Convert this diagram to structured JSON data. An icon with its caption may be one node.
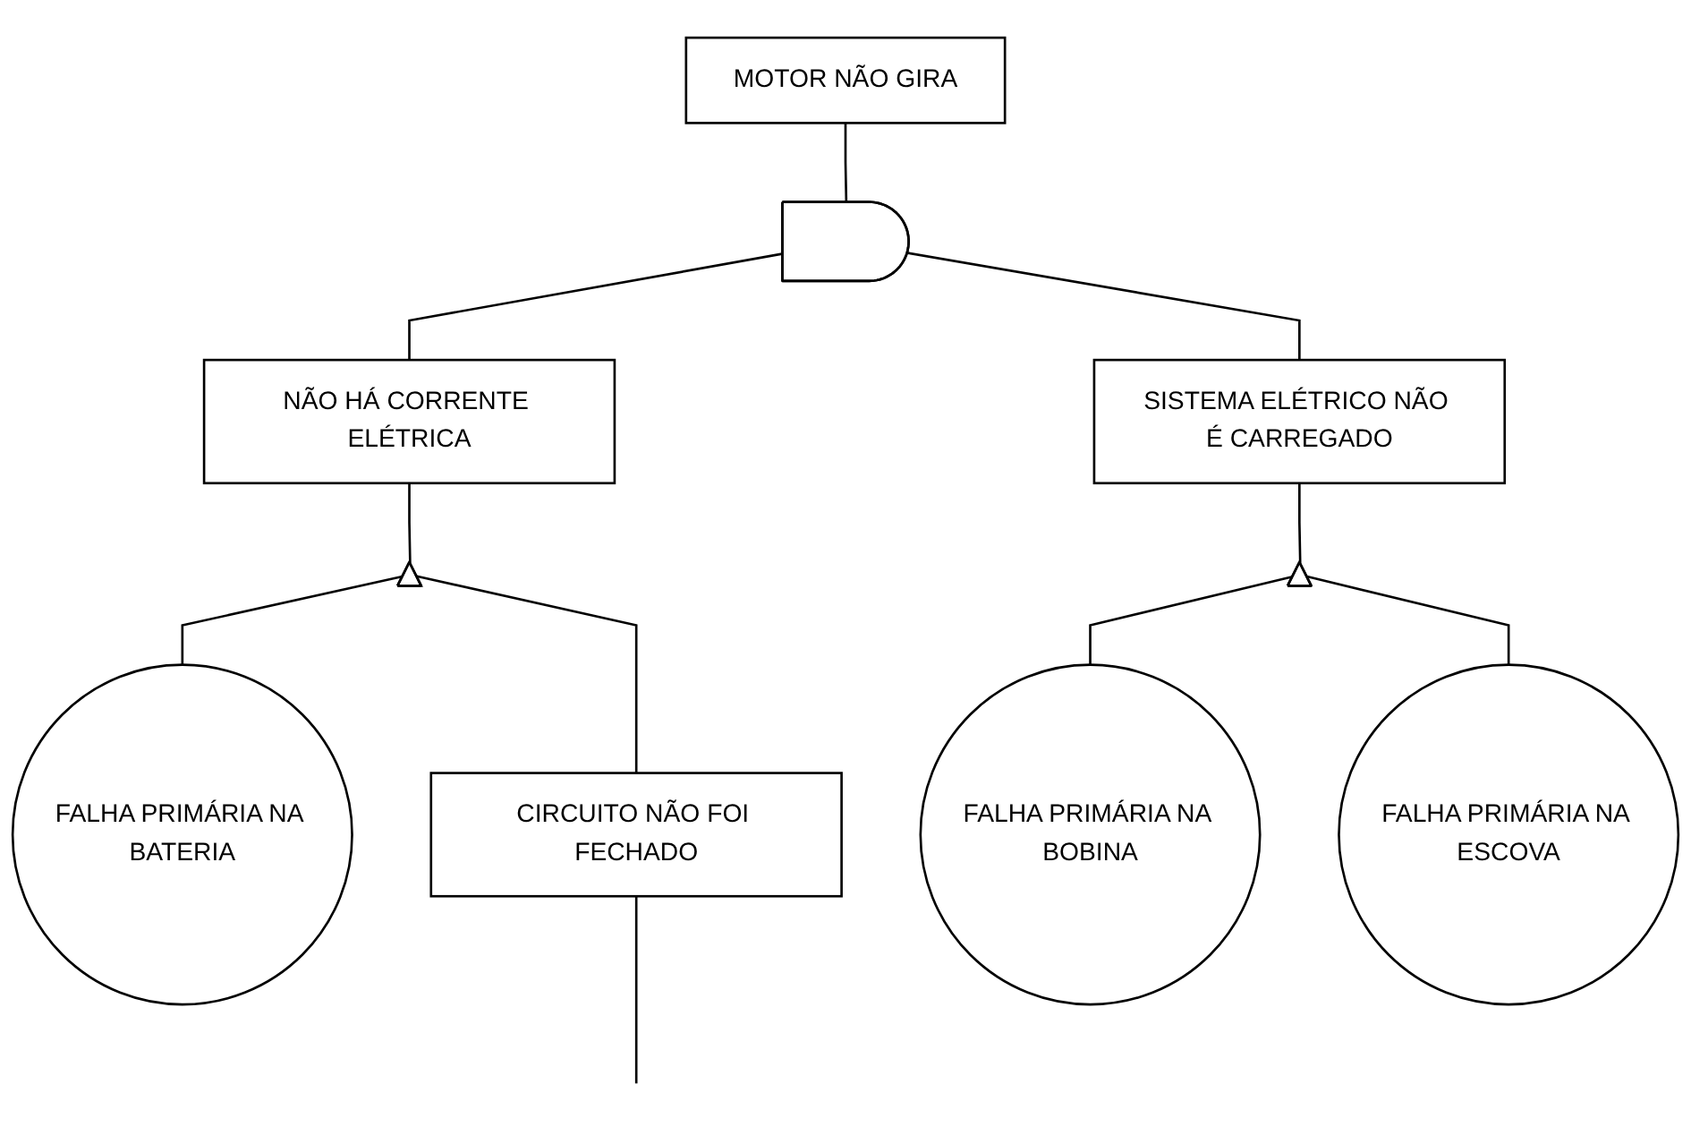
{
  "diagram": {
    "nodes": [
      {
        "text": [
          "MOTOR NÃO GIRA"
        ]
      },
      {
        "text": [],
        "shape": "and-gate"
      },
      {
        "text": [
          "NÃO HÁ CORRENTE ELÉTRICA"
        ]
      },
      {
        "text": [
          "SISTEMA ELÉTRICO NÃO É CARREGADO"
        ]
      },
      {
        "text": [],
        "shape": "or-gate"
      },
      {
        "text": [],
        "shape": "or-gate"
      },
      {
        "text": [
          "FALHA PRIMÁRIA NA BATERIA"
        ]
      },
      {
        "text": [
          "CIRCUITO NÃO FOI FECHADO"
        ]
      },
      {
        "text": [
          "FALHA PRIMÁRIA NA BOBINA"
        ]
      },
      {
        "text": [
          "FALHA PRIMÁRIA NA ESCOVA"
        ]
      }
    ],
    "edges": [
      {
        "from": 0,
        "to": 1,
        "arrow": "none"
      },
      {
        "from": 1,
        "to": 2,
        "arrow": "none"
      },
      {
        "from": 1,
        "to": 3,
        "arrow": "none"
      },
      {
        "from": 2,
        "to": 4,
        "arrow": "none"
      },
      {
        "from": 4,
        "to": 6,
        "arrow": "none"
      },
      {
        "from": 4,
        "to": 7,
        "arrow": "none"
      },
      {
        "from": 3,
        "to": 5,
        "arrow": "none"
      },
      {
        "from": 5,
        "to": 8,
        "arrow": "none"
      },
      {
        "from": 5,
        "to": 9,
        "arrow": "none"
      },
      {
        "from": 7,
        "to": null,
        "arrow": "none"
      }
    ]
  }
}
